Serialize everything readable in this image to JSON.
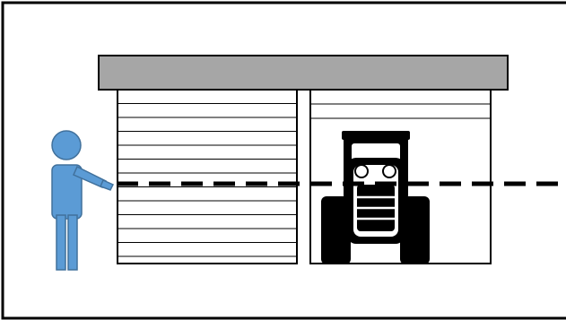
{
  "diagram": {
    "elements": [
      {
        "kind": "frame",
        "name": "diagram-frame"
      },
      {
        "kind": "roof",
        "name": "canopy-roof"
      },
      {
        "kind": "shutter",
        "name": "shutter-door-open",
        "state": "closed-shutter"
      },
      {
        "kind": "opening",
        "name": "shutter-door-closed",
        "state": "open-with-vehicle"
      },
      {
        "kind": "vehicle",
        "name": "tractor-icon"
      },
      {
        "kind": "person",
        "name": "person-icon"
      },
      {
        "kind": "beam",
        "name": "sensor-beam-line",
        "style": "dashed"
      }
    ],
    "colors": {
      "person": "#5b9bd5",
      "person_outline": "#41719c",
      "roof": "#a6a6a6",
      "outline": "#000000",
      "background": "#ffffff"
    }
  }
}
